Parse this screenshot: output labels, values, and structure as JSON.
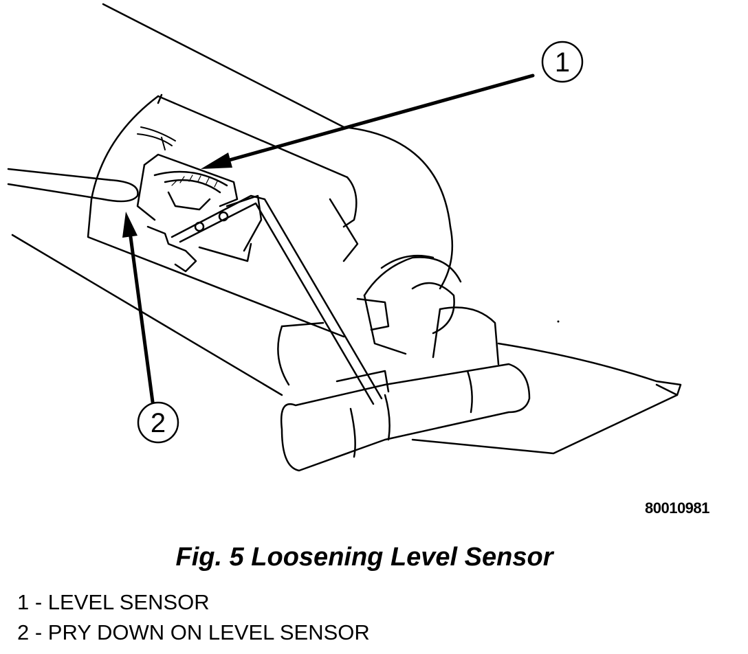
{
  "callouts": [
    {
      "number": "1"
    },
    {
      "number": "2"
    }
  ],
  "figure_id": "80010981",
  "caption": "Fig. 5 Loosening Level Sensor",
  "legend": [
    "1 - LEVEL SENSOR",
    "2 - PRY DOWN ON LEVEL SENSOR"
  ]
}
